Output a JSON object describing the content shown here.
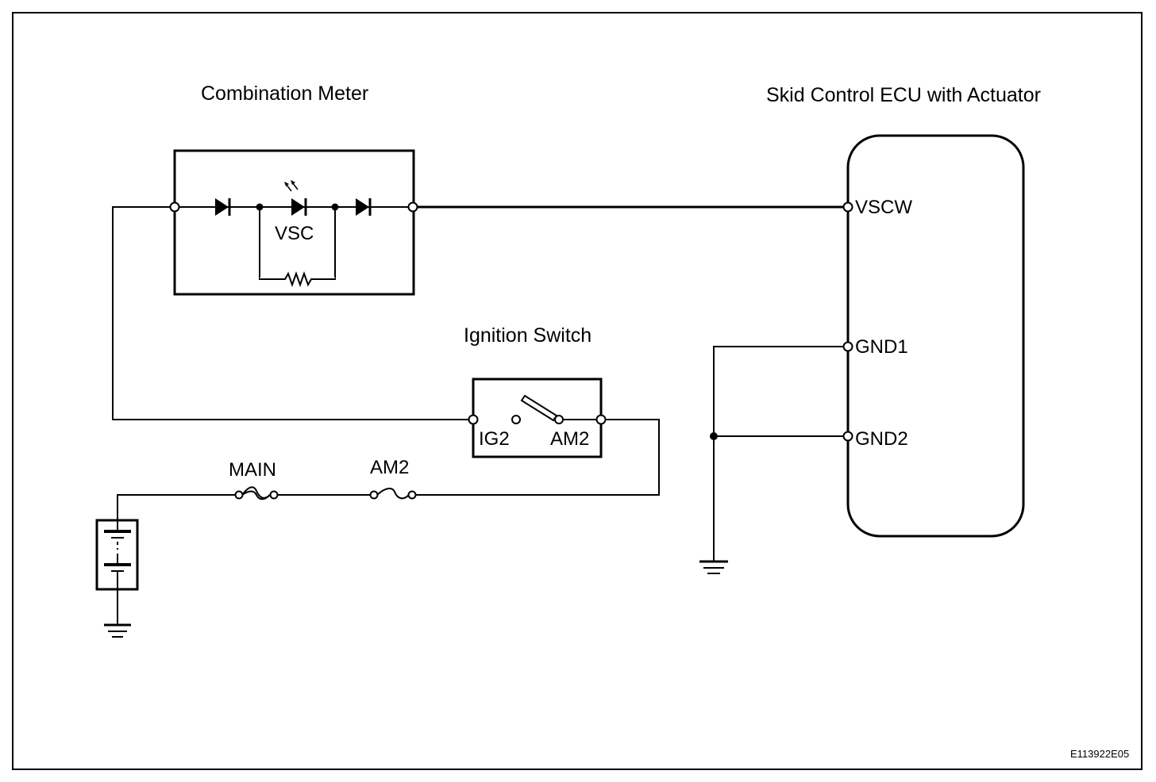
{
  "components": {
    "combination_meter": {
      "title": "Combination Meter",
      "indicator_label": "VSC"
    },
    "skid_control_ecu": {
      "title": "Skid Control ECU with Actuator",
      "terminals": {
        "vscw": "VSCW",
        "gnd1": "GND1",
        "gnd2": "GND2"
      }
    },
    "ignition_switch": {
      "title": "Ignition Switch",
      "ig2": "IG2",
      "am2": "AM2"
    },
    "fuses": {
      "main": "MAIN",
      "am2": "AM2"
    }
  },
  "figure_id": "E113922E05",
  "colors": {
    "line": "#000000",
    "background": "#ffffff"
  }
}
